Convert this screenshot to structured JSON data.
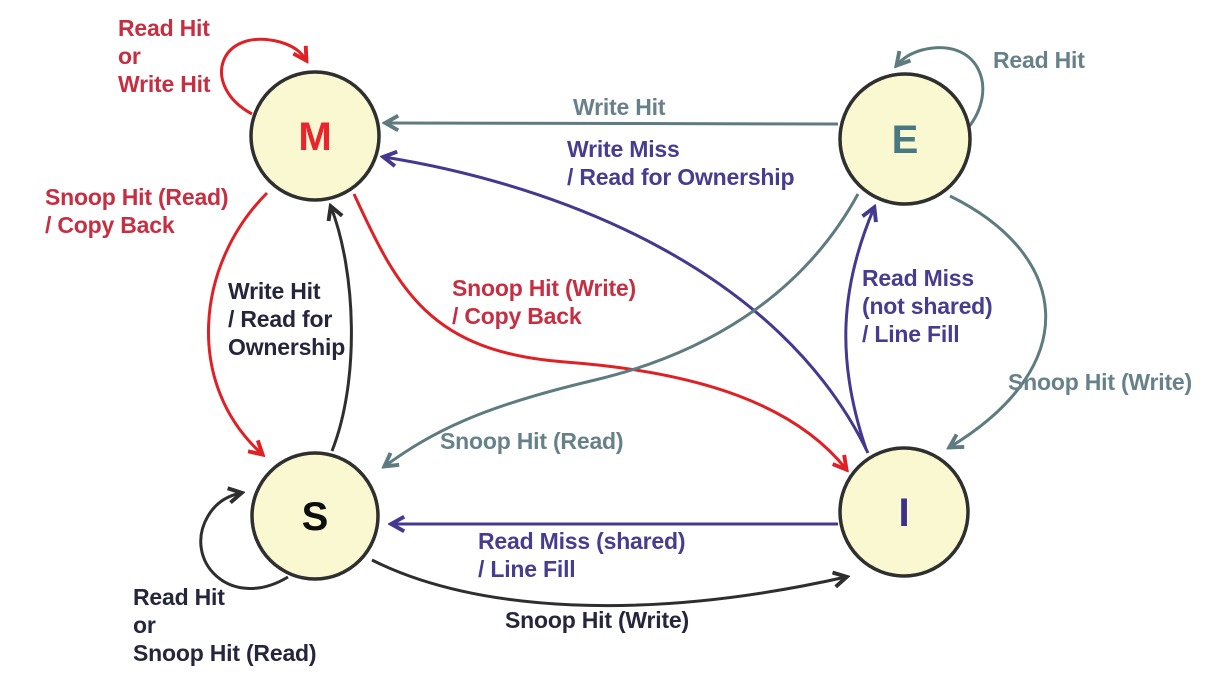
{
  "diagram": {
    "type": "state-machine",
    "description": "MESI cache coherence protocol state transition diagram",
    "states": [
      {
        "id": "M",
        "label": "M"
      },
      {
        "id": "E",
        "label": "E"
      },
      {
        "id": "S",
        "label": "S"
      },
      {
        "id": "I",
        "label": "I"
      }
    ],
    "transitions": [
      {
        "from": "M",
        "to": "M",
        "label": "Read Hit\nor\nWrite Hit",
        "color": "red"
      },
      {
        "from": "M",
        "to": "S",
        "label": "Snoop Hit (Read)\n/ Copy Back",
        "color": "red"
      },
      {
        "from": "E",
        "to": "M",
        "label": "Write Hit",
        "color": "slate"
      },
      {
        "from": "I",
        "to": "M",
        "label": "Write Miss\n/ Read for Ownership",
        "color": "purple"
      },
      {
        "from": "E",
        "to": "E",
        "label": "Read Hit",
        "color": "slate"
      },
      {
        "from": "S",
        "to": "M",
        "label": "Write Hit\n/ Read for\nOwnership",
        "color": "black"
      },
      {
        "from": "M",
        "to": "I",
        "label": "Snoop Hit (Write)\n/ Copy Back",
        "color": "red"
      },
      {
        "from": "I",
        "to": "E",
        "label": "Read Miss\n(not shared)\n/ Line Fill",
        "color": "purple"
      },
      {
        "from": "E",
        "to": "I",
        "label": "Snoop Hit (Write)",
        "color": "slate"
      },
      {
        "from": "E",
        "to": "S",
        "label": "Snoop Hit (Read)",
        "color": "slate"
      },
      {
        "from": "I",
        "to": "S",
        "label": "Read Miss (shared)\n/ Line Fill",
        "color": "purple"
      },
      {
        "from": "S",
        "to": "I",
        "label": "Snoop Hit (Write)",
        "color": "black"
      },
      {
        "from": "S",
        "to": "S",
        "label": "Read Hit\nor\nSnoop Hit (Read)",
        "color": "black"
      }
    ],
    "colors": {
      "state_fill": "#faf8d0",
      "state_border": "#2f2f2f",
      "red_arrow": "#df2125",
      "red_text": "#c62f42",
      "slate_arrow": "#5e7b80",
      "slate_text": "#66818a",
      "purple_arrow": "#44398f",
      "purple_text": "#473d90",
      "black_arrow": "#2e2e2e",
      "dark_text": "#25253c",
      "m_letter": "#e9242c",
      "e_letter": "#4a7882",
      "s_letter": "#0d0d0d",
      "i_letter": "#3c3189"
    }
  }
}
